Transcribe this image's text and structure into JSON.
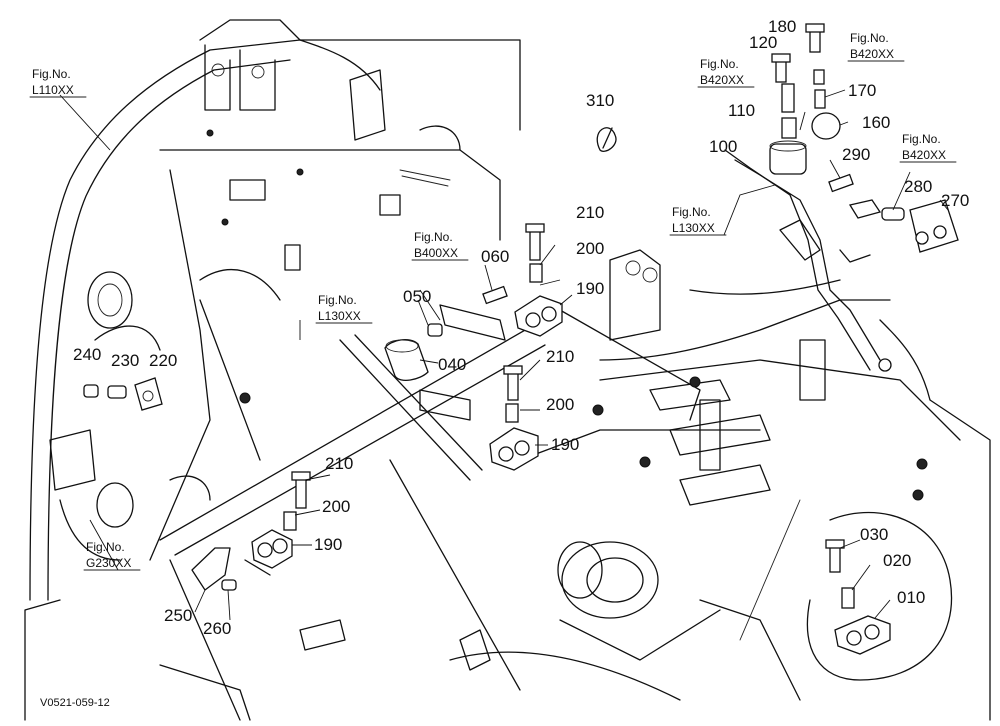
{
  "diagram_id": "V0521-059-12",
  "figure_refs": {
    "l110_top": "Fig.No.",
    "l110_bottom": "L110XX",
    "b400_top": "Fig.No.",
    "b400_bottom": "B400XX",
    "l130a_top": "Fig.No.",
    "l130a_bottom": "L130XX",
    "g230_top": "Fig.No.",
    "g230_bottom": "G230XX",
    "b420a_top": "Fig.No.",
    "b420a_bottom": "B420XX",
    "b420b_top": "Fig.No.",
    "b420b_bottom": "B420XX",
    "l130b_top": "Fig.No.",
    "l130b_bottom": "L130XX",
    "b420c_top": "Fig.No.",
    "b420c_bottom": "B420XX"
  },
  "part_labels": {
    "p310": "310",
    "p120": "120",
    "p180": "180",
    "p170": "170",
    "p110": "110",
    "p160": "160",
    "p100": "100",
    "p290": "290",
    "p280": "280",
    "p270": "270",
    "p210a": "210",
    "p200a": "200",
    "p060": "060",
    "p050": "050",
    "p190a": "190",
    "p040": "040",
    "p210b": "210",
    "p200b": "200",
    "p190b": "190",
    "p240": "240",
    "p230": "230",
    "p220": "220",
    "p210c": "210",
    "p200c": "200",
    "p190c": "190",
    "p250": "250",
    "p260": "260",
    "p030": "030",
    "p020": "020",
    "p010": "010"
  }
}
